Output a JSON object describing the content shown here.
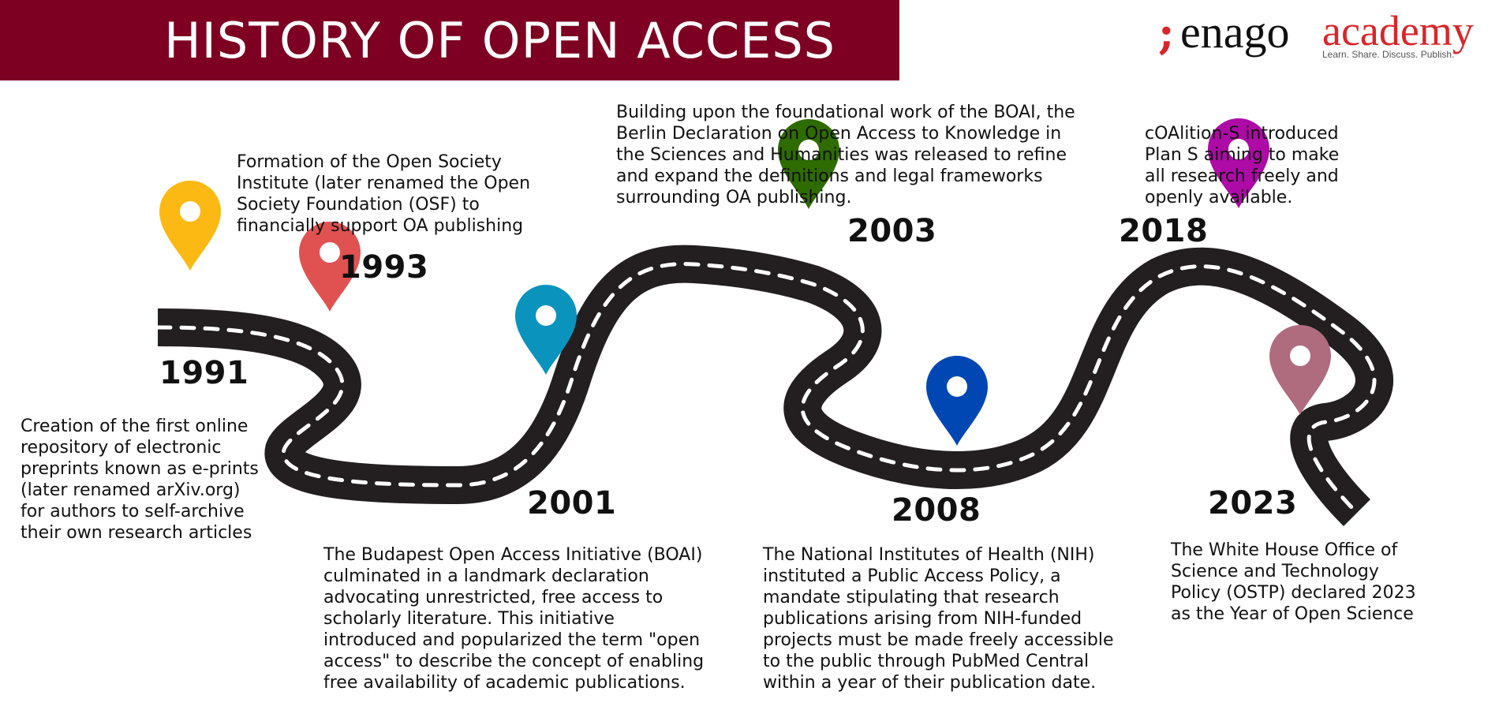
{
  "title": "HISTORY OF OPEN ACCESS",
  "logo": {
    "mark": ";",
    "brand": "enago",
    "product": "academy",
    "tagline": "Learn. Share. Discuss. Publish."
  },
  "colors": {
    "banner": "#7d0022",
    "road": "#231f20",
    "road_dash": "#ffffff",
    "logo_red": "#d8262b"
  },
  "milestones": [
    {
      "year": "1991",
      "pin_color": "#fdb913",
      "icon": "location-pin-icon",
      "text": "Creation of the first online repository of electronic preprints known as e-prints (later renamed arXiv.org) for authors to self-archive their own research articles"
    },
    {
      "year": "1993",
      "pin_color": "#e05252",
      "icon": "location-pin-icon",
      "text": "Formation of the Open Society Institute (later renamed the Open Society Foundation (OSF) to financially support OA publishing"
    },
    {
      "year": "2001",
      "pin_color": "#0a93bd",
      "icon": "location-pin-icon",
      "text": "The Budapest Open Access Initiative (BOAI) culminated in a landmark declaration advocating unrestricted, free access to scholarly literature. This initiative introduced and popularized the term \"open access\" to describe the concept of enabling free availability of academic publications."
    },
    {
      "year": "2003",
      "pin_color": "#2e6b00",
      "icon": "location-pin-icon",
      "text": "Building upon the foundational work of the BOAI, the Berlin Declaration on Open Access to Knowledge in the Sciences and Humanities was released to refine and expand the definitions and legal frameworks surrounding OA publishing."
    },
    {
      "year": "2008",
      "pin_color": "#0047b3",
      "icon": "location-pin-icon",
      "text": "The National Institutes of Health (NIH) instituted a Public Access Policy, a mandate stipulating that research publications arising from NIH-funded projects must be made freely accessible to the public through PubMed Central within a year of their publication date."
    },
    {
      "year": "2018",
      "pin_color": "#ad0aa6",
      "icon": "location-pin-icon",
      "text": "cOAlition-S introduced Plan S aiming to make all research freely and openly available."
    },
    {
      "year": "2023",
      "pin_color": "#b06c7f",
      "icon": "location-pin-icon",
      "text": "The White House Office of Science and Technology Policy (OSTP) declared 2023 as the Year of Open Science"
    }
  ]
}
